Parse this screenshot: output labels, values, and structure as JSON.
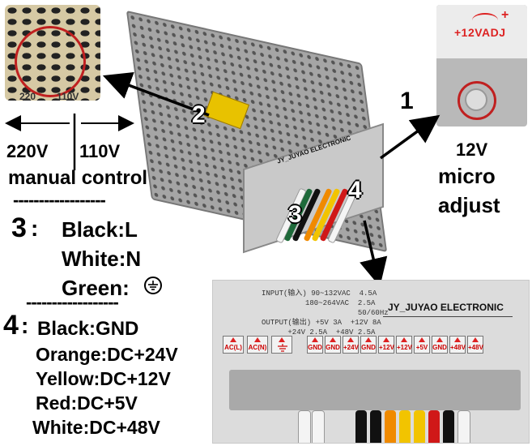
{
  "inset_left": {
    "label_220": "220",
    "label_110": "110V"
  },
  "inset_right": {
    "adj_label": "+12VADJ",
    "plus": "+"
  },
  "psu": {
    "brand": "JY_JUYAO ELECTRONIC"
  },
  "callouts": {
    "n1": "1",
    "n2": "2",
    "n3": "3",
    "n4": "4"
  },
  "switch": {
    "v220": "220V",
    "v110": "110V",
    "caption": "manual control",
    "separator": "------------------"
  },
  "adjust": {
    "line1": "12V",
    "line2": "micro",
    "line3": "adjust"
  },
  "section3": {
    "num": "3",
    "colon": ":",
    "black": "Black:L",
    "white": "White:N",
    "green": "Green:",
    "separator": "------------------"
  },
  "section4": {
    "num": "4",
    "colon": ":",
    "black": "Black:GND",
    "orange": "Orange:DC+24V",
    "yellow": "Yellow:DC+12V",
    "red": "Red:DC+5V",
    "white": "White:DC+48V"
  },
  "panel": {
    "input1": "INPUT(输入) 90~132VAC  4.5A",
    "input2": "          180~264VAC  2.5A",
    "input3": "                      50/60Hz",
    "output1": "OUTPUT(输出) +5V 3A  +12V 8A",
    "output2": "      +24V 2.5A  +48V 2.5A",
    "brand": "JY_JUYAO ELECTRONIC",
    "terminals": [
      "AC(L)",
      "AC(N)",
      "",
      "GND",
      "GND",
      "+24V",
      "GND",
      "+12V",
      "+12V",
      "+5V",
      "GND",
      "+48V",
      "+48V"
    ]
  },
  "colors": {
    "callout_red": "#c02020",
    "wire_black": "#111111",
    "wire_orange": "#f08a00",
    "wire_yellow": "#f2c400",
    "wire_red": "#d01818",
    "wire_white": "#f4f4f4",
    "wire_green": "#1e6a3a"
  }
}
